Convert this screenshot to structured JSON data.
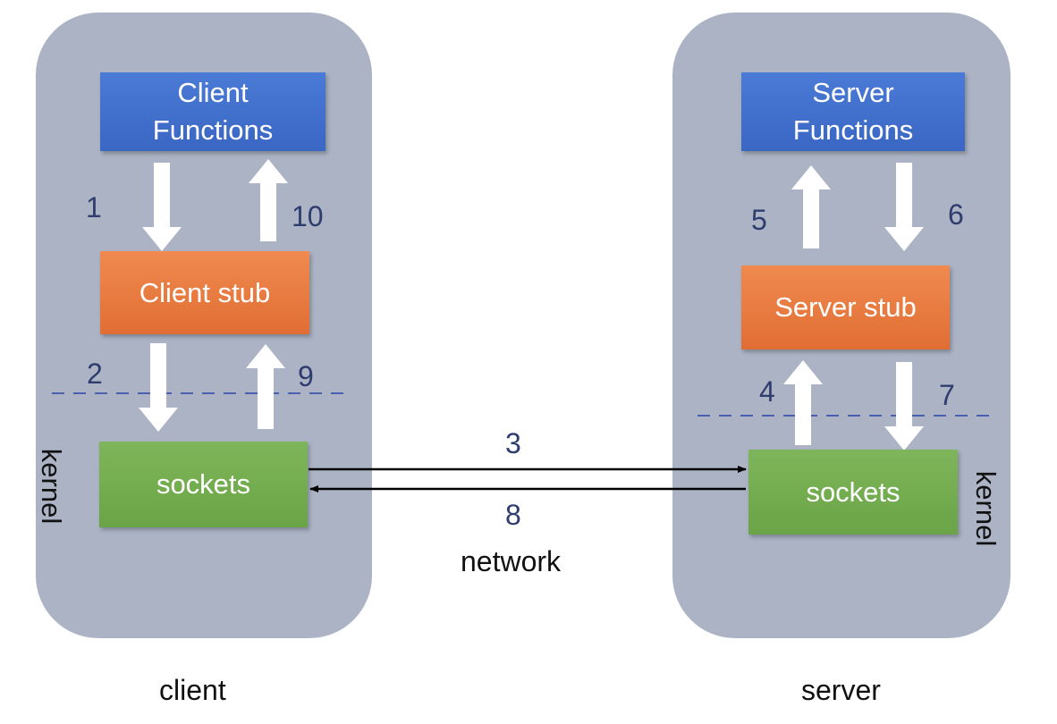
{
  "client": {
    "functions": [
      "Client",
      "Functions"
    ],
    "stub": "Client stub",
    "sockets": "sockets",
    "kernel": "kernel",
    "caption": "client"
  },
  "server": {
    "functions": [
      "Server",
      "Functions"
    ],
    "stub": "Server stub",
    "sockets": "sockets",
    "kernel": "kernel",
    "caption": "server"
  },
  "steps": [
    "1",
    "2",
    "3",
    "4",
    "5",
    "6",
    "7",
    "8",
    "9",
    "10"
  ],
  "network": "network",
  "colors": {
    "panel": "#abb3c4",
    "functions_box": "#4070cc",
    "stub_box": "#e87a40",
    "sockets_box": "#74ad50",
    "dashed_line": "#4a5fb0",
    "step_number": "#2e3d6e"
  }
}
